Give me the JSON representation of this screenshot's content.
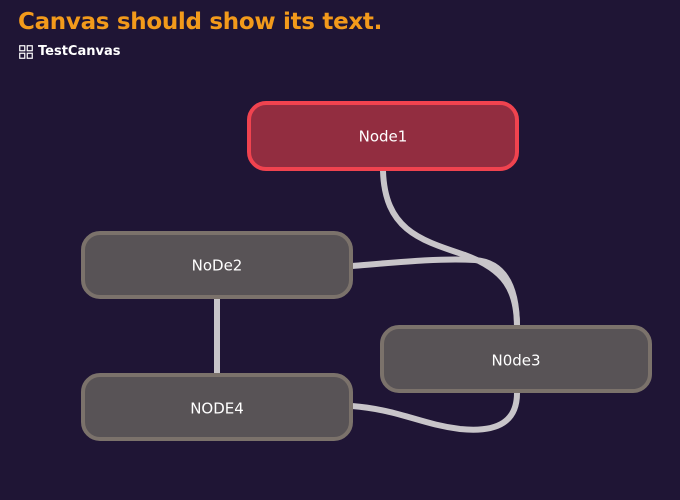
{
  "title": "Canvas should show its text.",
  "canvas": {
    "name": "TestCanvas",
    "icon": "canvas-grid-icon"
  },
  "colors": {
    "background": "#1f1535",
    "title": "#f29a1b",
    "node_fill": "#585356",
    "node_border": "#7b726b",
    "selected_fill": "#922d40",
    "selected_border": "#f0434f",
    "edge": "#c8c5c9"
  },
  "nodes": [
    {
      "id": "node1",
      "label": "Node1",
      "selected": true
    },
    {
      "id": "node2",
      "label": "NoDe2",
      "selected": false
    },
    {
      "id": "node3",
      "label": "N0de3",
      "selected": false
    },
    {
      "id": "node4",
      "label": "NODE4",
      "selected": false
    }
  ],
  "edges": [
    {
      "from": "node1",
      "to": "node3"
    },
    {
      "from": "node2",
      "to": "node3"
    },
    {
      "from": "node2",
      "to": "node4"
    },
    {
      "from": "node4",
      "to": "node3"
    }
  ]
}
